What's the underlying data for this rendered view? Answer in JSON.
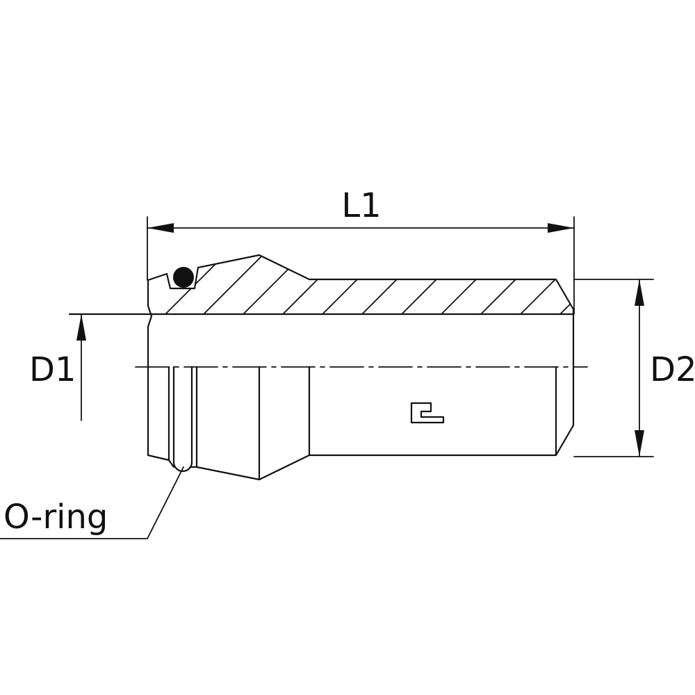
{
  "labels": {
    "l1": "L1",
    "d1": "D1",
    "d2": "D2",
    "oring": "O-ring"
  },
  "colors": {
    "ink": "#111111",
    "background": "#ffffff"
  },
  "icons": {
    "brand_mark": "brand-logo-icon"
  }
}
